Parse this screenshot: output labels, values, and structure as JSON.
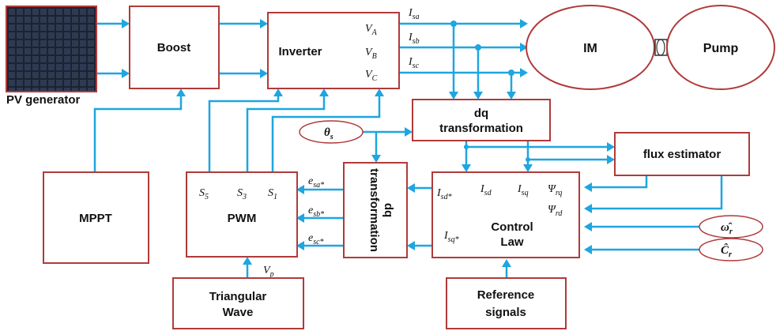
{
  "blocks": {
    "pv_label": "PV generator",
    "boost": "Boost",
    "inverter": "Inverter",
    "im": "IM",
    "pump": "Pump",
    "dq_transformation_top_1": "dq",
    "dq_transformation_top_2": "transformation",
    "flux_estimator": "flux estimator",
    "mppt": "MPPT",
    "pwm": "PWM",
    "dq_transformation_mid_1": "dq",
    "dq_transformation_mid_2": "transformation",
    "control_law_1": "Control",
    "control_law_2": "Law",
    "triangular_1": "Triangular",
    "triangular_2": "Wave",
    "reference_1": "Reference",
    "reference_2": "signals"
  },
  "signals": {
    "VA": "V",
    "VA_sub": "A",
    "VB": "V",
    "VB_sub": "B",
    "VC": "V",
    "VC_sub": "C",
    "Isa": "I",
    "Isa_sub": "sa",
    "Isb": "I",
    "Isb_sub": "sb",
    "Isc": "I",
    "Isc_sub": "sc",
    "theta": "θ",
    "theta_sub": "s",
    "S5": "S",
    "S5_sub": "5",
    "S3": "S",
    "S3_sub": "3",
    "S1": "S",
    "S1_sub": "1",
    "esa": "e",
    "esa_sub": "sa*",
    "esb": "e",
    "esb_sub": "sb*",
    "esc": "e",
    "esc_sub": "sc*",
    "Vp": "V",
    "Vp_sub": "p",
    "Isd_star": "I",
    "Isd_star_sub": "sd*",
    "Isd": "I",
    "Isd_sub": "sd",
    "Isq": "I",
    "Isq_sub": "sq",
    "Psi_rq": "Ψ",
    "Psi_rq_sub": "rq",
    "Psi_rd": "Ψ",
    "Psi_rd_sub": "rd",
    "Isq_star": "I",
    "Isq_star_sub": "sq*",
    "omega": "ω̂",
    "omega_sub": "r",
    "Cr": "Ĉ",
    "Cr_sub": "r"
  }
}
